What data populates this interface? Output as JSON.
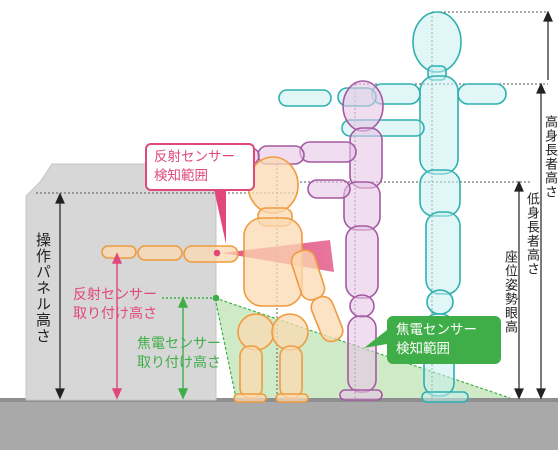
{
  "labels": {
    "reflect_detect": "反射センサー\n検知範囲",
    "reflect_mount": "反射センサー\n取り付け高さ",
    "electro_mount": "焦電センサー\n取り付け高さ",
    "electro_detect": "焦電センサー\n検知範囲",
    "panel_height": "操作パネル高さ",
    "seated_eye": "座位姿勢眼高",
    "low_height": "低身長者高さ",
    "high_height": "高身長者高さ"
  },
  "colors": {
    "reflect": "#e0487a",
    "electro": "#3fae49",
    "child": "#f3a24a",
    "adult_mid": "#b56bb3",
    "adult_tall": "#3ab8b8",
    "panel": "#d6d6d6",
    "floor": "#a7a7a7"
  }
}
